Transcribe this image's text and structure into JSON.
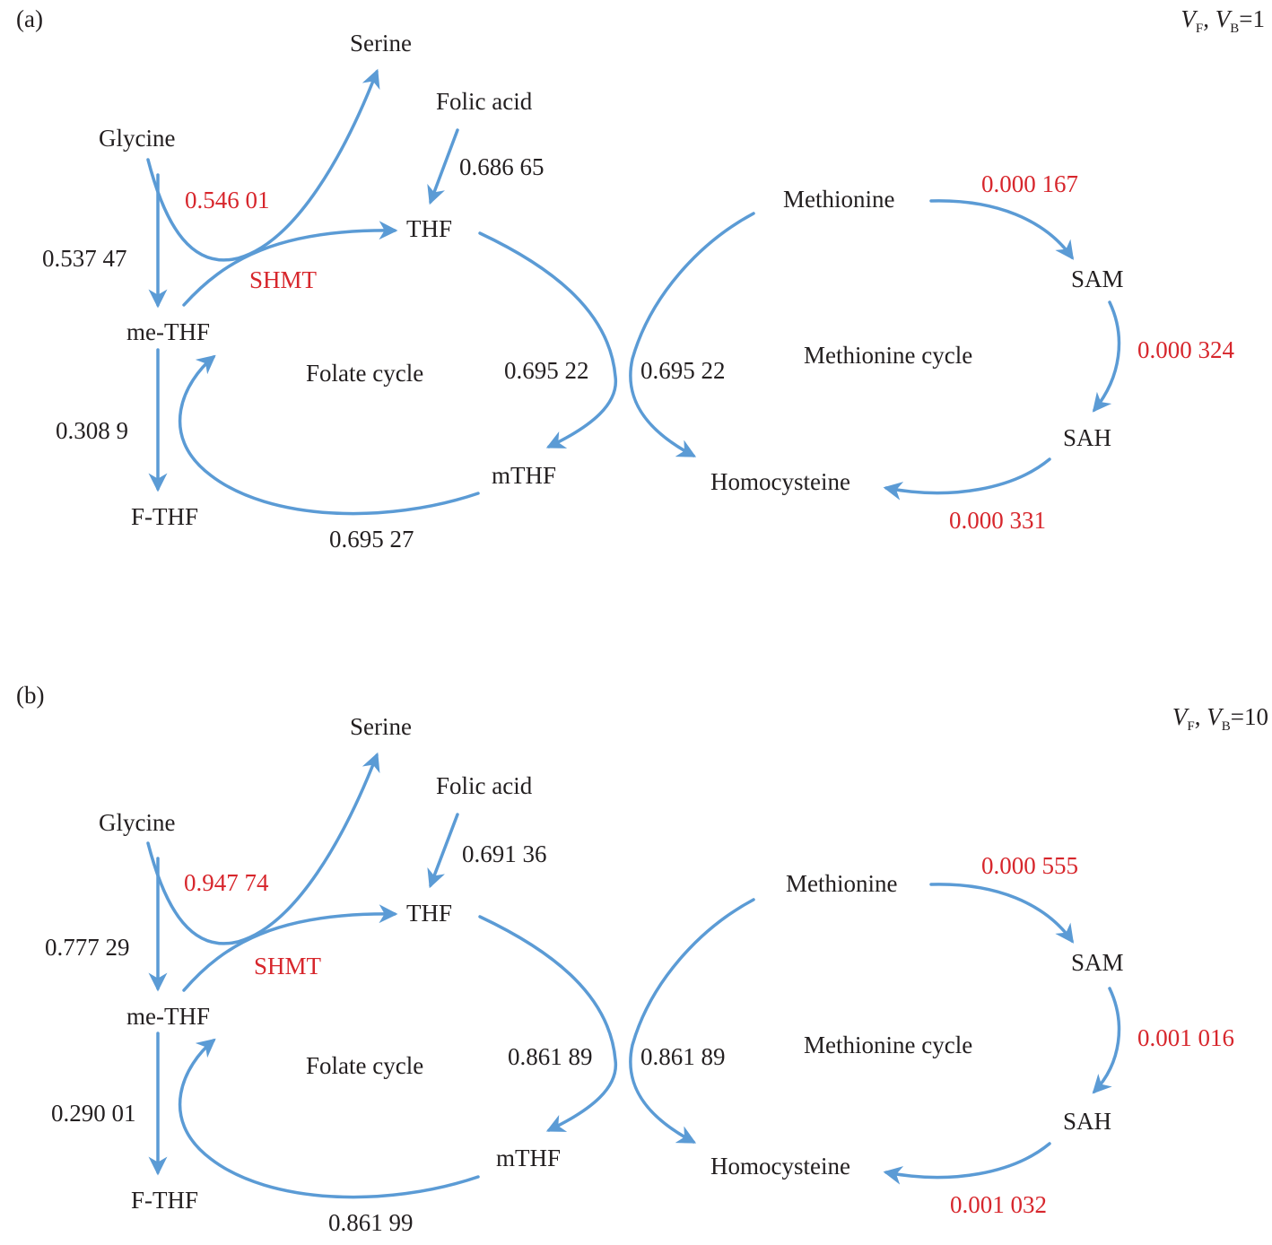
{
  "colors": {
    "arrow": "#5b9bd5",
    "text": "#231f20",
    "highlight": "#d7262c"
  },
  "panels": [
    {
      "tag": "(a)",
      "condition": {
        "v": "V",
        "sub_f": "F",
        "sep": ", ",
        "sub_b": "B",
        "eq": "=1"
      },
      "nodes": {
        "serine": "Serine",
        "folic_acid": "Folic acid",
        "glycine": "Glycine",
        "thf": "THF",
        "me_thf": "me-THF",
        "f_thf": "F-THF",
        "mthf": "mTHF",
        "methionine": "Methionine",
        "sam": "SAM",
        "sah": "SAH",
        "homocysteine": "Homocysteine"
      },
      "cycles": {
        "folate": "Folate cycle",
        "methionine": "Methionine cycle"
      },
      "enzyme": "SHMT",
      "fluxes": {
        "glycine_serine": "0.546 01",
        "folic_thf": "0.686 65",
        "glycine_methf": "0.537 47",
        "methf_fthf": "0.308 9",
        "thf_mthf": "0.695 22",
        "met_hcy": "0.695 22",
        "mthf_methf": "0.695 27",
        "met_sam": "0.000 167",
        "sam_sah": "0.000 324",
        "sah_hcy": "0.000 331"
      }
    },
    {
      "tag": "(b)",
      "condition": {
        "v": "V",
        "sub_f": "F",
        "sep": ", ",
        "sub_b": "B",
        "eq": "=10"
      },
      "nodes": {
        "serine": "Serine",
        "folic_acid": "Folic acid",
        "glycine": "Glycine",
        "thf": "THF",
        "me_thf": "me-THF",
        "f_thf": "F-THF",
        "mthf": "mTHF",
        "methionine": "Methionine",
        "sam": "SAM",
        "sah": "SAH",
        "homocysteine": "Homocysteine"
      },
      "cycles": {
        "folate": "Folate cycle",
        "methionine": "Methionine cycle"
      },
      "enzyme": "SHMT",
      "fluxes": {
        "glycine_serine": "0.947 74",
        "folic_thf": "0.691 36",
        "glycine_methf": "0.777 29",
        "methf_fthf": "0.290 01",
        "thf_mthf": "0.861 89",
        "met_hcy": "0.861 89",
        "mthf_methf": "0.861 99",
        "met_sam": "0.000 555",
        "sam_sah": "0.001 016",
        "sah_hcy": "0.001 032"
      }
    }
  ]
}
